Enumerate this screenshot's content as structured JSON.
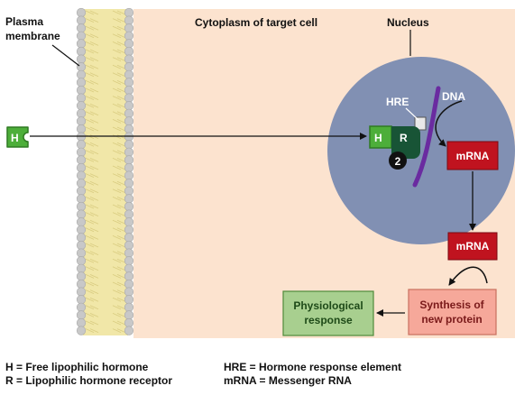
{
  "labels": {
    "membrane_line1": "Plasma",
    "membrane_line2": "membrane",
    "cytoplasm": "Cytoplasm of target cell",
    "nucleus": "Nucleus",
    "hre": "HRE",
    "dna": "DNA",
    "hormone": "H",
    "receptor": "R",
    "step": "2",
    "mrna_nuclear": "mRNA",
    "mrna_cytoplasm": "mRNA",
    "synthesis_line1": "Synthesis of",
    "synthesis_line2": "new protein",
    "response_line1": "Physiological",
    "response_line2": "response"
  },
  "legend": {
    "h": "H = Free lipophilic hormone",
    "r": "R = Lipophilic hormone receptor",
    "hre": "HRE = Hormone response element",
    "mrna": "mRNA = Messenger RNA"
  },
  "colors": {
    "cytoplasm": "#fce3cf",
    "nucleus": "#8190b3",
    "membrane_head": "#c8c8c8",
    "membrane_tail": "#f1e7a8",
    "hormone": "#4dae3a",
    "receptor": "#185436",
    "dna": "#6a2ba0",
    "mrna": "#c0131f",
    "synthesis_box": "#f6a89a",
    "response_box": "#a8cf8f"
  }
}
